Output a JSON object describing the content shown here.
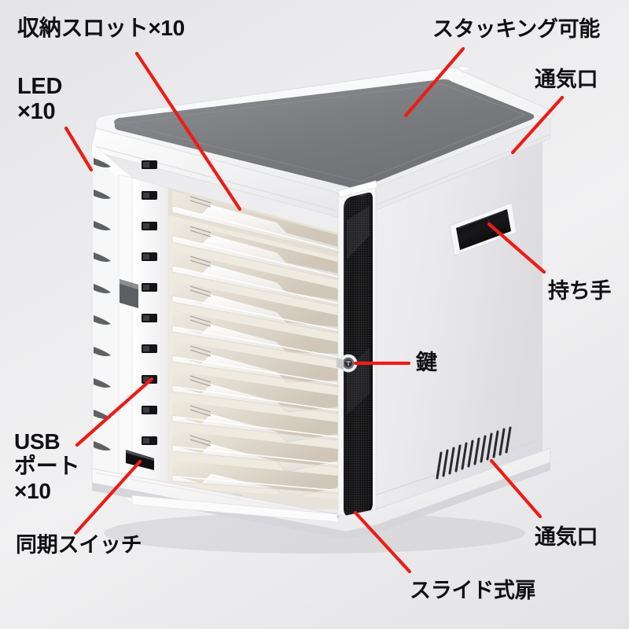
{
  "image": {
    "subject": "tablet-charging-cabinet",
    "view": "three-quarter-front-left",
    "background_color": "#ebebed",
    "leader_line_color": "#ee1c15",
    "label_text_color": "#111014"
  },
  "product": {
    "body_color": "#f4f4f4",
    "top_pad_color": "#7c7d80",
    "mesh_color": "#1c1c1c",
    "slot_count": 10,
    "led_count": 10,
    "usb_count": 10
  },
  "callouts": [
    {
      "id": "storage-slots",
      "text": "収納スロット×10",
      "romaji": "shuunou slot x10"
    },
    {
      "id": "led",
      "text": "LED\n×10",
      "romaji": "LED x10"
    },
    {
      "id": "stackable",
      "text": "スタッキング可能",
      "romaji": "stacking kanou"
    },
    {
      "id": "vent-top",
      "text": "通気口",
      "romaji": "tsuukikou"
    },
    {
      "id": "handle",
      "text": "持ち手",
      "romaji": "mochite"
    },
    {
      "id": "lock",
      "text": "鍵",
      "romaji": "kagi"
    },
    {
      "id": "usb-ports",
      "text": "USB\nポート\n×10",
      "romaji": "USB port x10"
    },
    {
      "id": "sync-switch",
      "text": "同期スイッチ",
      "romaji": "douki switch"
    },
    {
      "id": "vent-bottom",
      "text": "通気口",
      "romaji": "tsuukikou"
    },
    {
      "id": "sliding-door",
      "text": "スライド式扉",
      "romaji": "slide shiki tobira"
    }
  ]
}
